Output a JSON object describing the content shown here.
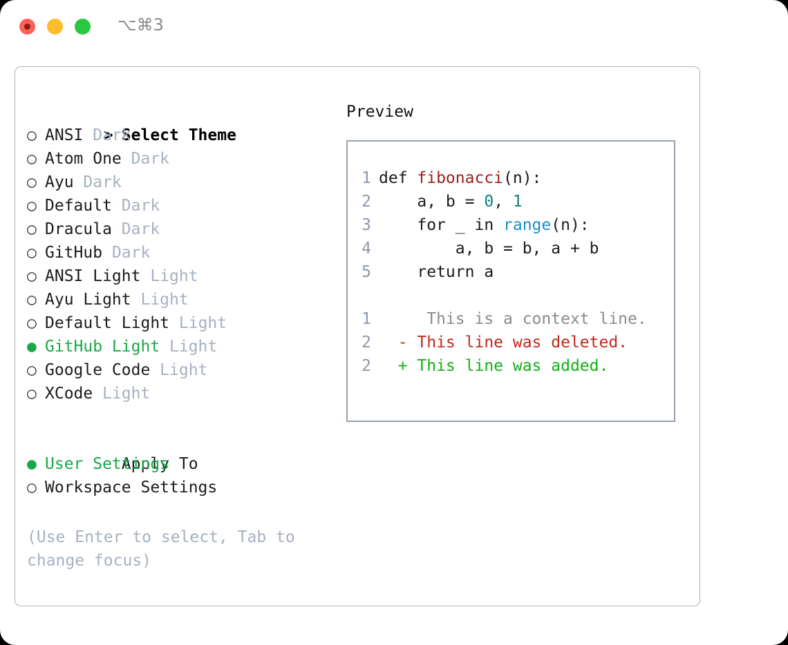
{
  "titlebar": {
    "shortcut": "⌥⌘3",
    "dots": [
      {
        "name": "close",
        "color": "#ff6058"
      },
      {
        "name": "minimize",
        "color": "#ffbd2e"
      },
      {
        "name": "zoom",
        "color": "#28c840"
      }
    ]
  },
  "theme_picker": {
    "header_marker": ">",
    "header_label": "Select Theme",
    "unselected_marker": "○",
    "selected_marker": "●",
    "items": [
      {
        "name": "ANSI",
        "tag": "Dark",
        "selected": false
      },
      {
        "name": "Atom One",
        "tag": "Dark",
        "selected": false
      },
      {
        "name": "Ayu",
        "tag": "Dark",
        "selected": false
      },
      {
        "name": "Default",
        "tag": "Dark",
        "selected": false
      },
      {
        "name": "Dracula",
        "tag": "Dark",
        "selected": false
      },
      {
        "name": "GitHub",
        "tag": "Dark",
        "selected": false
      },
      {
        "name": "ANSI Light",
        "tag": "Light",
        "selected": false
      },
      {
        "name": "Ayu Light",
        "tag": "Light",
        "selected": false
      },
      {
        "name": "Default Light",
        "tag": "Light",
        "selected": false
      },
      {
        "name": "GitHub Light",
        "tag": "Light",
        "selected": true
      },
      {
        "name": "Google Code",
        "tag": "Light",
        "selected": false
      },
      {
        "name": "XCode",
        "tag": "Light",
        "selected": false
      }
    ]
  },
  "apply_to": {
    "header_label": "Apply To",
    "options": [
      {
        "label": "User Settings",
        "selected": true
      },
      {
        "label": "Workspace Settings",
        "selected": false
      }
    ]
  },
  "hint": "(Use Enter to select, Tab to change focus)",
  "preview": {
    "label": "Preview",
    "code_lines": [
      {
        "no": "1",
        "tokens": [
          {
            "t": "def ",
            "c": "kw"
          },
          {
            "t": "fibonacci",
            "c": "fn"
          },
          {
            "t": "(n):",
            "c": "plain"
          }
        ]
      },
      {
        "no": "2",
        "tokens": [
          {
            "t": "    a, b = ",
            "c": "plain"
          },
          {
            "t": "0",
            "c": "num"
          },
          {
            "t": ", ",
            "c": "plain"
          },
          {
            "t": "1",
            "c": "num"
          }
        ]
      },
      {
        "no": "3",
        "tokens": [
          {
            "t": "    for _ in ",
            "c": "kw"
          },
          {
            "t": "range",
            "c": "builtin"
          },
          {
            "t": "(n):",
            "c": "plain"
          }
        ]
      },
      {
        "no": "4",
        "tokens": [
          {
            "t": "        a, b = b, a + b",
            "c": "plain"
          }
        ]
      },
      {
        "no": "5",
        "tokens": [
          {
            "t": "    return a",
            "c": "kw"
          }
        ]
      }
    ],
    "diff_lines": [
      {
        "no": "1",
        "sign": " ",
        "text": "  This is a context line.",
        "kind": "diff-ctx"
      },
      {
        "no": "2",
        "sign": "-",
        "text": " This line was deleted.",
        "kind": "diff-del"
      },
      {
        "no": "2",
        "sign": "+",
        "text": " This line was added.",
        "kind": "diff-add"
      }
    ]
  },
  "colors": {
    "selected_green": "#18a848",
    "tag_grey": "#a7b1c0",
    "diff_added": "#14b017",
    "diff_deleted": "#c0281c",
    "function_red": "#9c1f1a",
    "number_teal": "#0d7f7a",
    "builtin_blue": "#1f8ec4",
    "border": "#95a0ae"
  }
}
